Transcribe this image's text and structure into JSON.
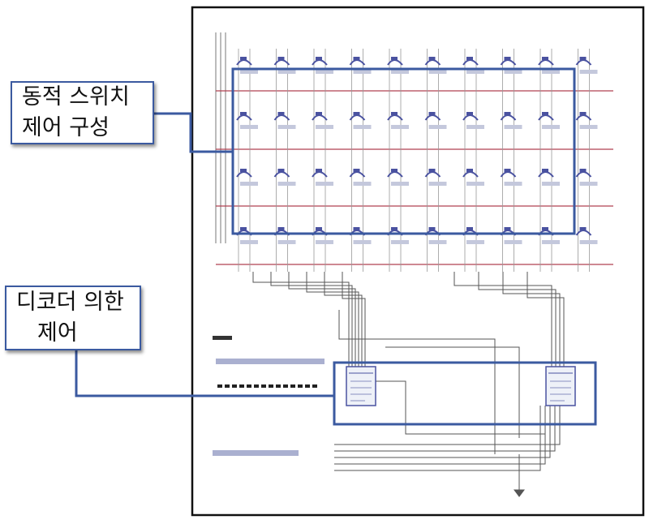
{
  "callouts": {
    "dynamic_switch": {
      "line1": "동적 스위치",
      "line2": "제어 구성"
    },
    "decoder": {
      "line1": "디코더 의한",
      "line2": "제어"
    }
  },
  "schematic": {
    "rows": 4,
    "columns": 10,
    "colors": {
      "frame": "#111111",
      "highlight": "#3b5aa0",
      "row_wire": "#b04050",
      "wire": "#555555",
      "switch": "#4a52a0"
    }
  }
}
